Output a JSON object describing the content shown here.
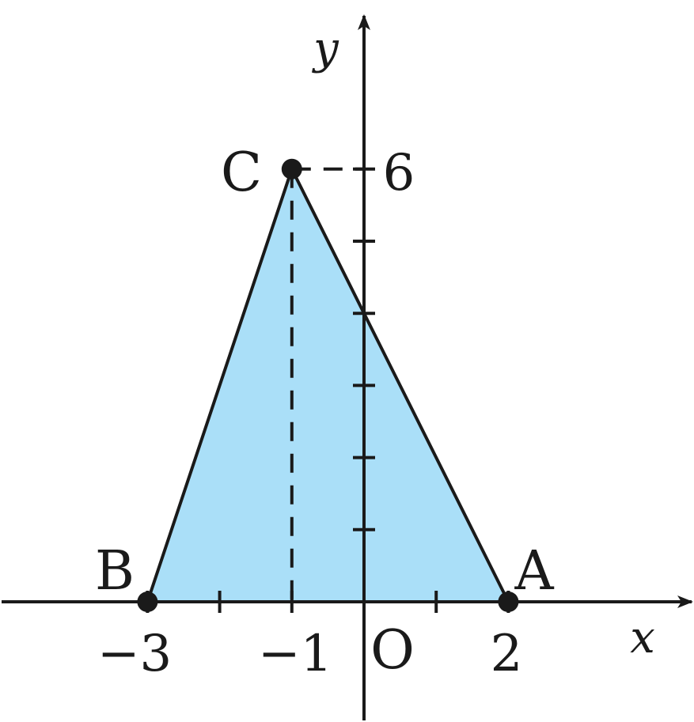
{
  "diagram": {
    "axis_labels": {
      "x": "x",
      "y": "y"
    },
    "origin_label": "O",
    "x_ticks": [
      -3,
      -2,
      -1,
      0,
      1,
      2
    ],
    "y_ticks": [
      1,
      2,
      3,
      4,
      5,
      6
    ],
    "x_tick_labels": [
      {
        "value": -3,
        "text": "−3"
      },
      {
        "value": -1,
        "text": "−1"
      },
      {
        "value": 2,
        "text": "2"
      }
    ],
    "y_tick_labels": [
      {
        "value": 6,
        "text": "6"
      }
    ],
    "points": [
      {
        "name": "A",
        "x": 2,
        "y": 0
      },
      {
        "name": "B",
        "x": -3,
        "y": 0
      },
      {
        "name": "C",
        "x": -1,
        "y": 6
      }
    ],
    "triangle": [
      "A",
      "B",
      "C"
    ],
    "fill_color": "#aadff8",
    "stroke_color": "#1a1a1a"
  }
}
